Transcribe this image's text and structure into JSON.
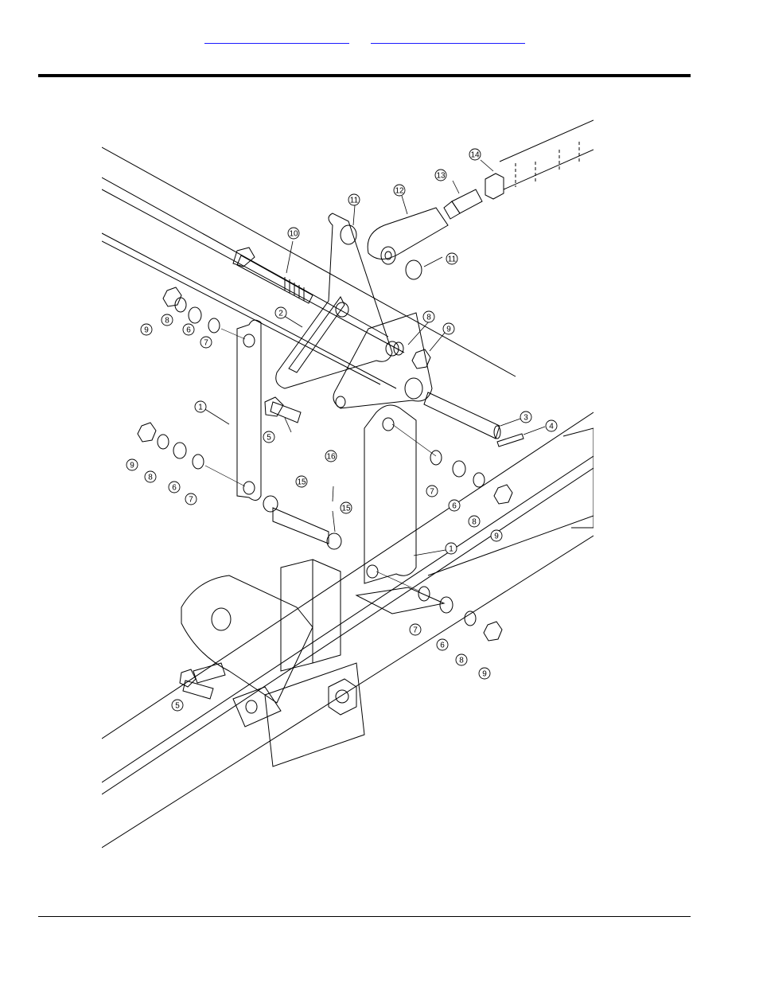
{
  "header": {
    "links": [
      "",
      ""
    ]
  },
  "figure": {
    "callouts": [
      "14",
      "13",
      "12",
      "11",
      "11",
      "10",
      "9",
      "8",
      "6",
      "7",
      "2",
      "8",
      "9",
      "1",
      "5",
      "3",
      "4",
      "9",
      "8",
      "6",
      "7",
      "16",
      "15",
      "15",
      "7",
      "6",
      "8",
      "9",
      "1",
      "7",
      "6",
      "8",
      "9",
      "5"
    ]
  }
}
